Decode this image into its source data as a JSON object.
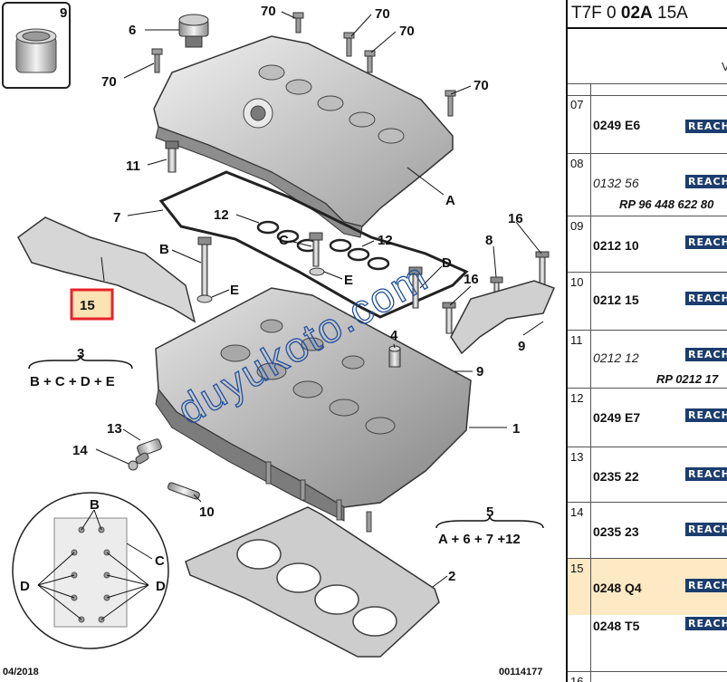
{
  "panel": {
    "title_prefix": "T7F 0 ",
    "title_bold": "02A",
    "title_suffix": " 15A",
    "header_letter": "V"
  },
  "rows": [
    {
      "index": "07",
      "ref": "0249 E6",
      "italic": false,
      "badge": "REACH",
      "rp": ""
    },
    {
      "index": "08",
      "ref": "0132 56",
      "italic": true,
      "badge": "REACH",
      "rp": "RP 96 448 622 80"
    },
    {
      "index": "09",
      "ref": "0212 10",
      "italic": false,
      "badge": "REACH",
      "rp": ""
    },
    {
      "index": "10",
      "ref": "0212 15",
      "italic": false,
      "badge": "REACH",
      "rp": ""
    },
    {
      "index": "11",
      "ref": "0212 12",
      "italic": true,
      "badge": "REACH",
      "rp": "RP 0212 17"
    },
    {
      "index": "12",
      "ref": "0249 E7",
      "italic": false,
      "badge": "REACH",
      "rp": ""
    },
    {
      "index": "13",
      "ref": "0235 22",
      "italic": false,
      "badge": "REACH",
      "rp": ""
    },
    {
      "index": "14",
      "ref": "0235 23",
      "italic": false,
      "badge": "REACH",
      "rp": ""
    },
    {
      "index": "15",
      "ref": "0248 Q4",
      "italic": false,
      "badge": "REACH",
      "rp": "",
      "ref2": "0248 T5",
      "badge2": "REACH"
    },
    {
      "index": "16",
      "ref": "",
      "italic": false,
      "badge": "",
      "rp": ""
    }
  ],
  "diagram": {
    "callouts": {
      "n9": "9",
      "n6": "6",
      "n70a": "70",
      "n70b": "70",
      "n70c": "70",
      "n70d": "70",
      "n70e": "70",
      "n11": "11",
      "n7": "7",
      "n12a": "12",
      "n12b": "12",
      "nA": "A",
      "nB": "B",
      "nC": "C",
      "nE1": "E",
      "nE2": "E",
      "nD": "D",
      "n16a": "16",
      "n16b": "16",
      "n8": "8",
      "n4": "4",
      "n9b": "9",
      "n9c": "9",
      "n1": "1",
      "n13": "13",
      "n14": "14",
      "n10": "10",
      "n2": "2",
      "n15": "15"
    },
    "group3": {
      "num": "3",
      "formula": "B + C + D + E"
    },
    "group5": {
      "num": "5",
      "formula": "A + 6 + 7 +12"
    },
    "inset_labels": {
      "b": "B",
      "c": "C",
      "d1": "D",
      "d2": "D"
    },
    "watermark": "duyukoto.com",
    "footer_date": "04/2018",
    "footer_code": "00114177"
  },
  "colors": {
    "badge": "#1c3d6e",
    "highlight_row": "#fde9c4",
    "highlight_box": "#e8232b",
    "highlight_fill": "#fbe3b4",
    "watermark": "#1f4fa0"
  }
}
